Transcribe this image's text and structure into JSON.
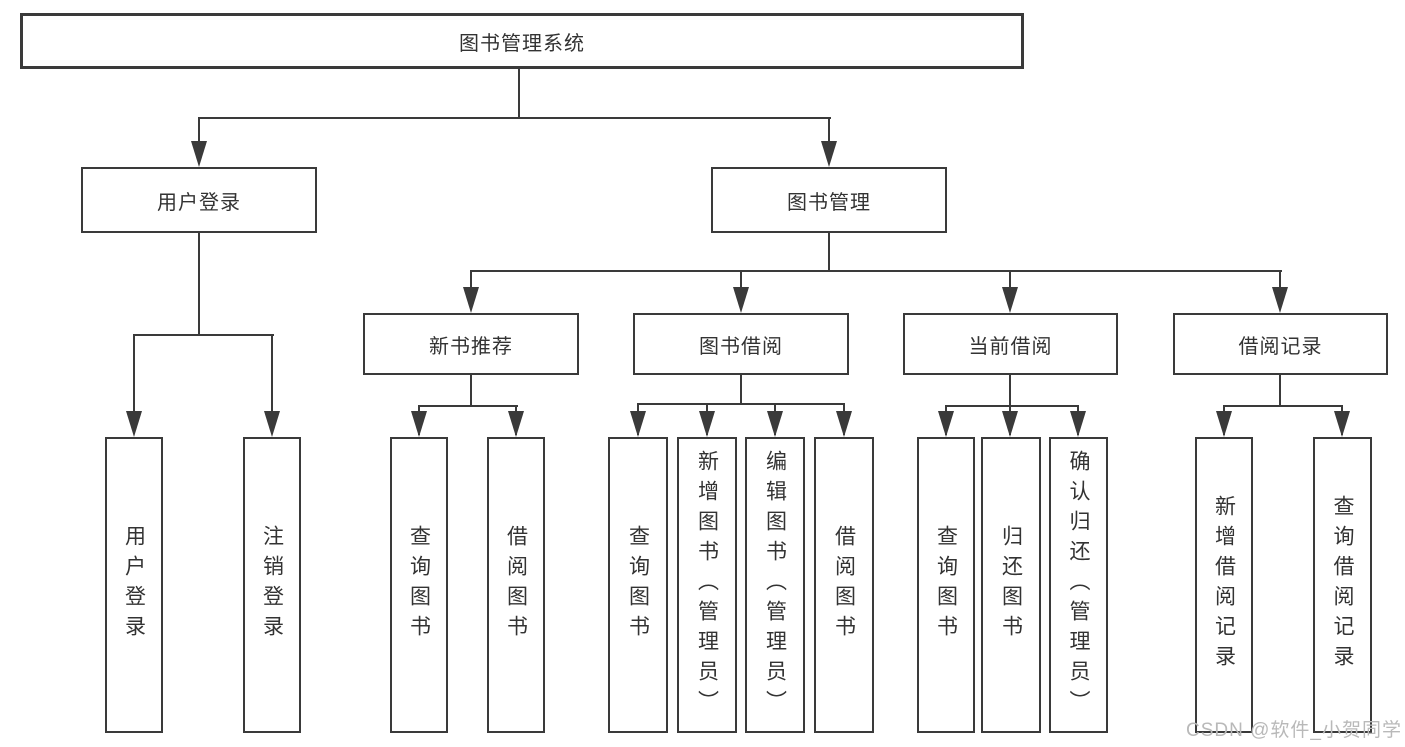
{
  "colors": {
    "line": "#3a3a3a",
    "box_border": "#3a3a3a",
    "text": "#333333",
    "watermark": "#b9b9b9",
    "background": "#ffffff"
  },
  "tree": {
    "label": "图书管理系统",
    "children": [
      {
        "label": "用户登录",
        "children": [
          {
            "label": "用户登录"
          },
          {
            "label": "注销登录"
          }
        ]
      },
      {
        "label": "图书管理",
        "children": [
          {
            "label": "新书推荐",
            "children": [
              {
                "label": "查询图书"
              },
              {
                "label": "借阅图书"
              }
            ]
          },
          {
            "label": "图书借阅",
            "children": [
              {
                "label": "查询图书"
              },
              {
                "label": "新增图书（管理员）"
              },
              {
                "label": "编辑图书（管理员）"
              },
              {
                "label": "借阅图书"
              }
            ]
          },
          {
            "label": "当前借阅",
            "children": [
              {
                "label": "查询图书"
              },
              {
                "label": "归还图书"
              },
              {
                "label": "确认归还（管理员）"
              }
            ]
          },
          {
            "label": "借阅记录",
            "children": [
              {
                "label": "新增借阅记录"
              },
              {
                "label": "查询借阅记录"
              }
            ]
          }
        ]
      }
    ]
  },
  "watermark": {
    "text": "CSDN @软件_小贺同学"
  }
}
